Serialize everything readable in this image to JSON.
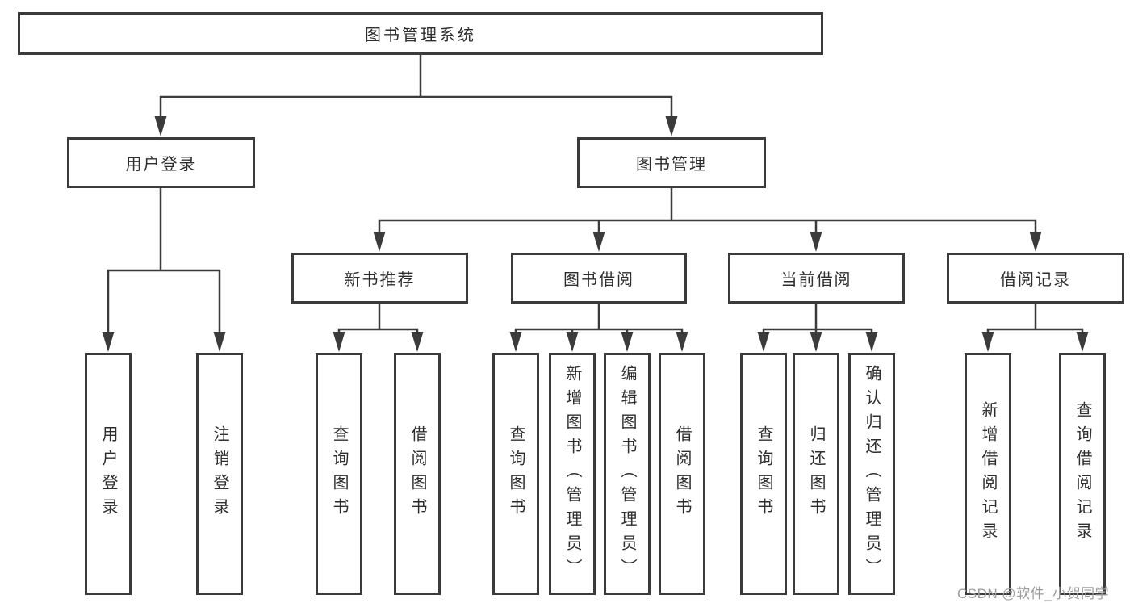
{
  "nodes": {
    "root": {
      "label": "图书管理系统"
    },
    "login": {
      "label": "用户登录"
    },
    "mgmt": {
      "label": "图书管理"
    },
    "recommend": {
      "label": "新书推荐"
    },
    "borrow": {
      "label": "图书借阅"
    },
    "current": {
      "label": "当前借阅"
    },
    "records": {
      "label": "借阅记录"
    }
  },
  "leaves": [
    {
      "label": "用户登录"
    },
    {
      "label": "注销登录"
    },
    {
      "label": "查询图书"
    },
    {
      "label": "借阅图书"
    },
    {
      "label": "查询图书"
    },
    {
      "label": "新增图书（管理员）"
    },
    {
      "label": "编辑图书（管理员）"
    },
    {
      "label": "借阅图书"
    },
    {
      "label": "查询图书"
    },
    {
      "label": "归还图书"
    },
    {
      "label": "确认归还（管理员）"
    },
    {
      "label": "新增借阅记录"
    },
    {
      "label": "查询借阅记录"
    }
  ],
  "watermark": {
    "text": "CSDN @软件_小贺同学"
  },
  "colors": {
    "line": "#3b3b3b",
    "text": "#2e2e2e",
    "watermark": "#9c9c9c",
    "background": "#ffffff"
  }
}
